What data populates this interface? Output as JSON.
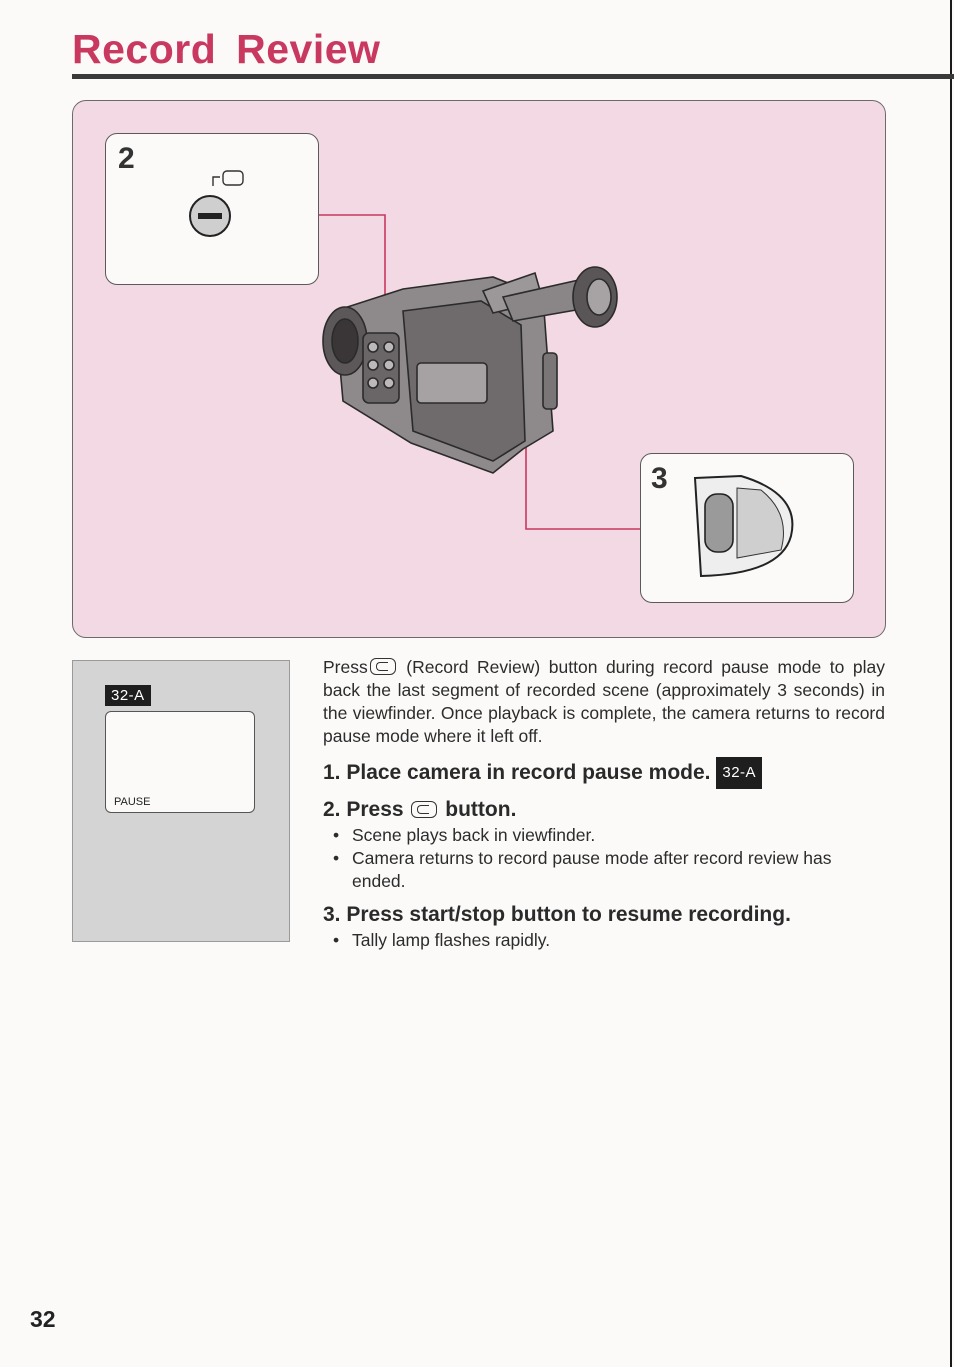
{
  "page": {
    "title": "Record Review",
    "number": "32"
  },
  "illustration": {
    "callout_left_number": "2",
    "callout_right_number": "3"
  },
  "lcd": {
    "badge": "32-A",
    "screen_text": "PAUSE"
  },
  "intro": {
    "before_icon": "Press",
    "after_icon": " (Record Review) button during record pause mode to play back the last segment of recorded scene (approximately 3 seconds) in the viewfinder. Once playback is complete, the camera returns to record pause mode where it left off."
  },
  "steps": [
    {
      "text": "1. Place camera in record pause mode.",
      "badge": "32-A"
    },
    {
      "before_icon": "2. Press",
      "after_icon": "button.",
      "bullets": [
        "Scene plays back in viewfinder.",
        "Camera returns to record pause mode after record review has ended."
      ]
    },
    {
      "text": "3. Press start/stop button to resume recording.",
      "bullets": [
        "Tally lamp flashes rapidly."
      ]
    }
  ],
  "colors": {
    "title": "#c9385f",
    "illustration_bg": "#f3d9e3",
    "callout_line": "#c9385f"
  }
}
